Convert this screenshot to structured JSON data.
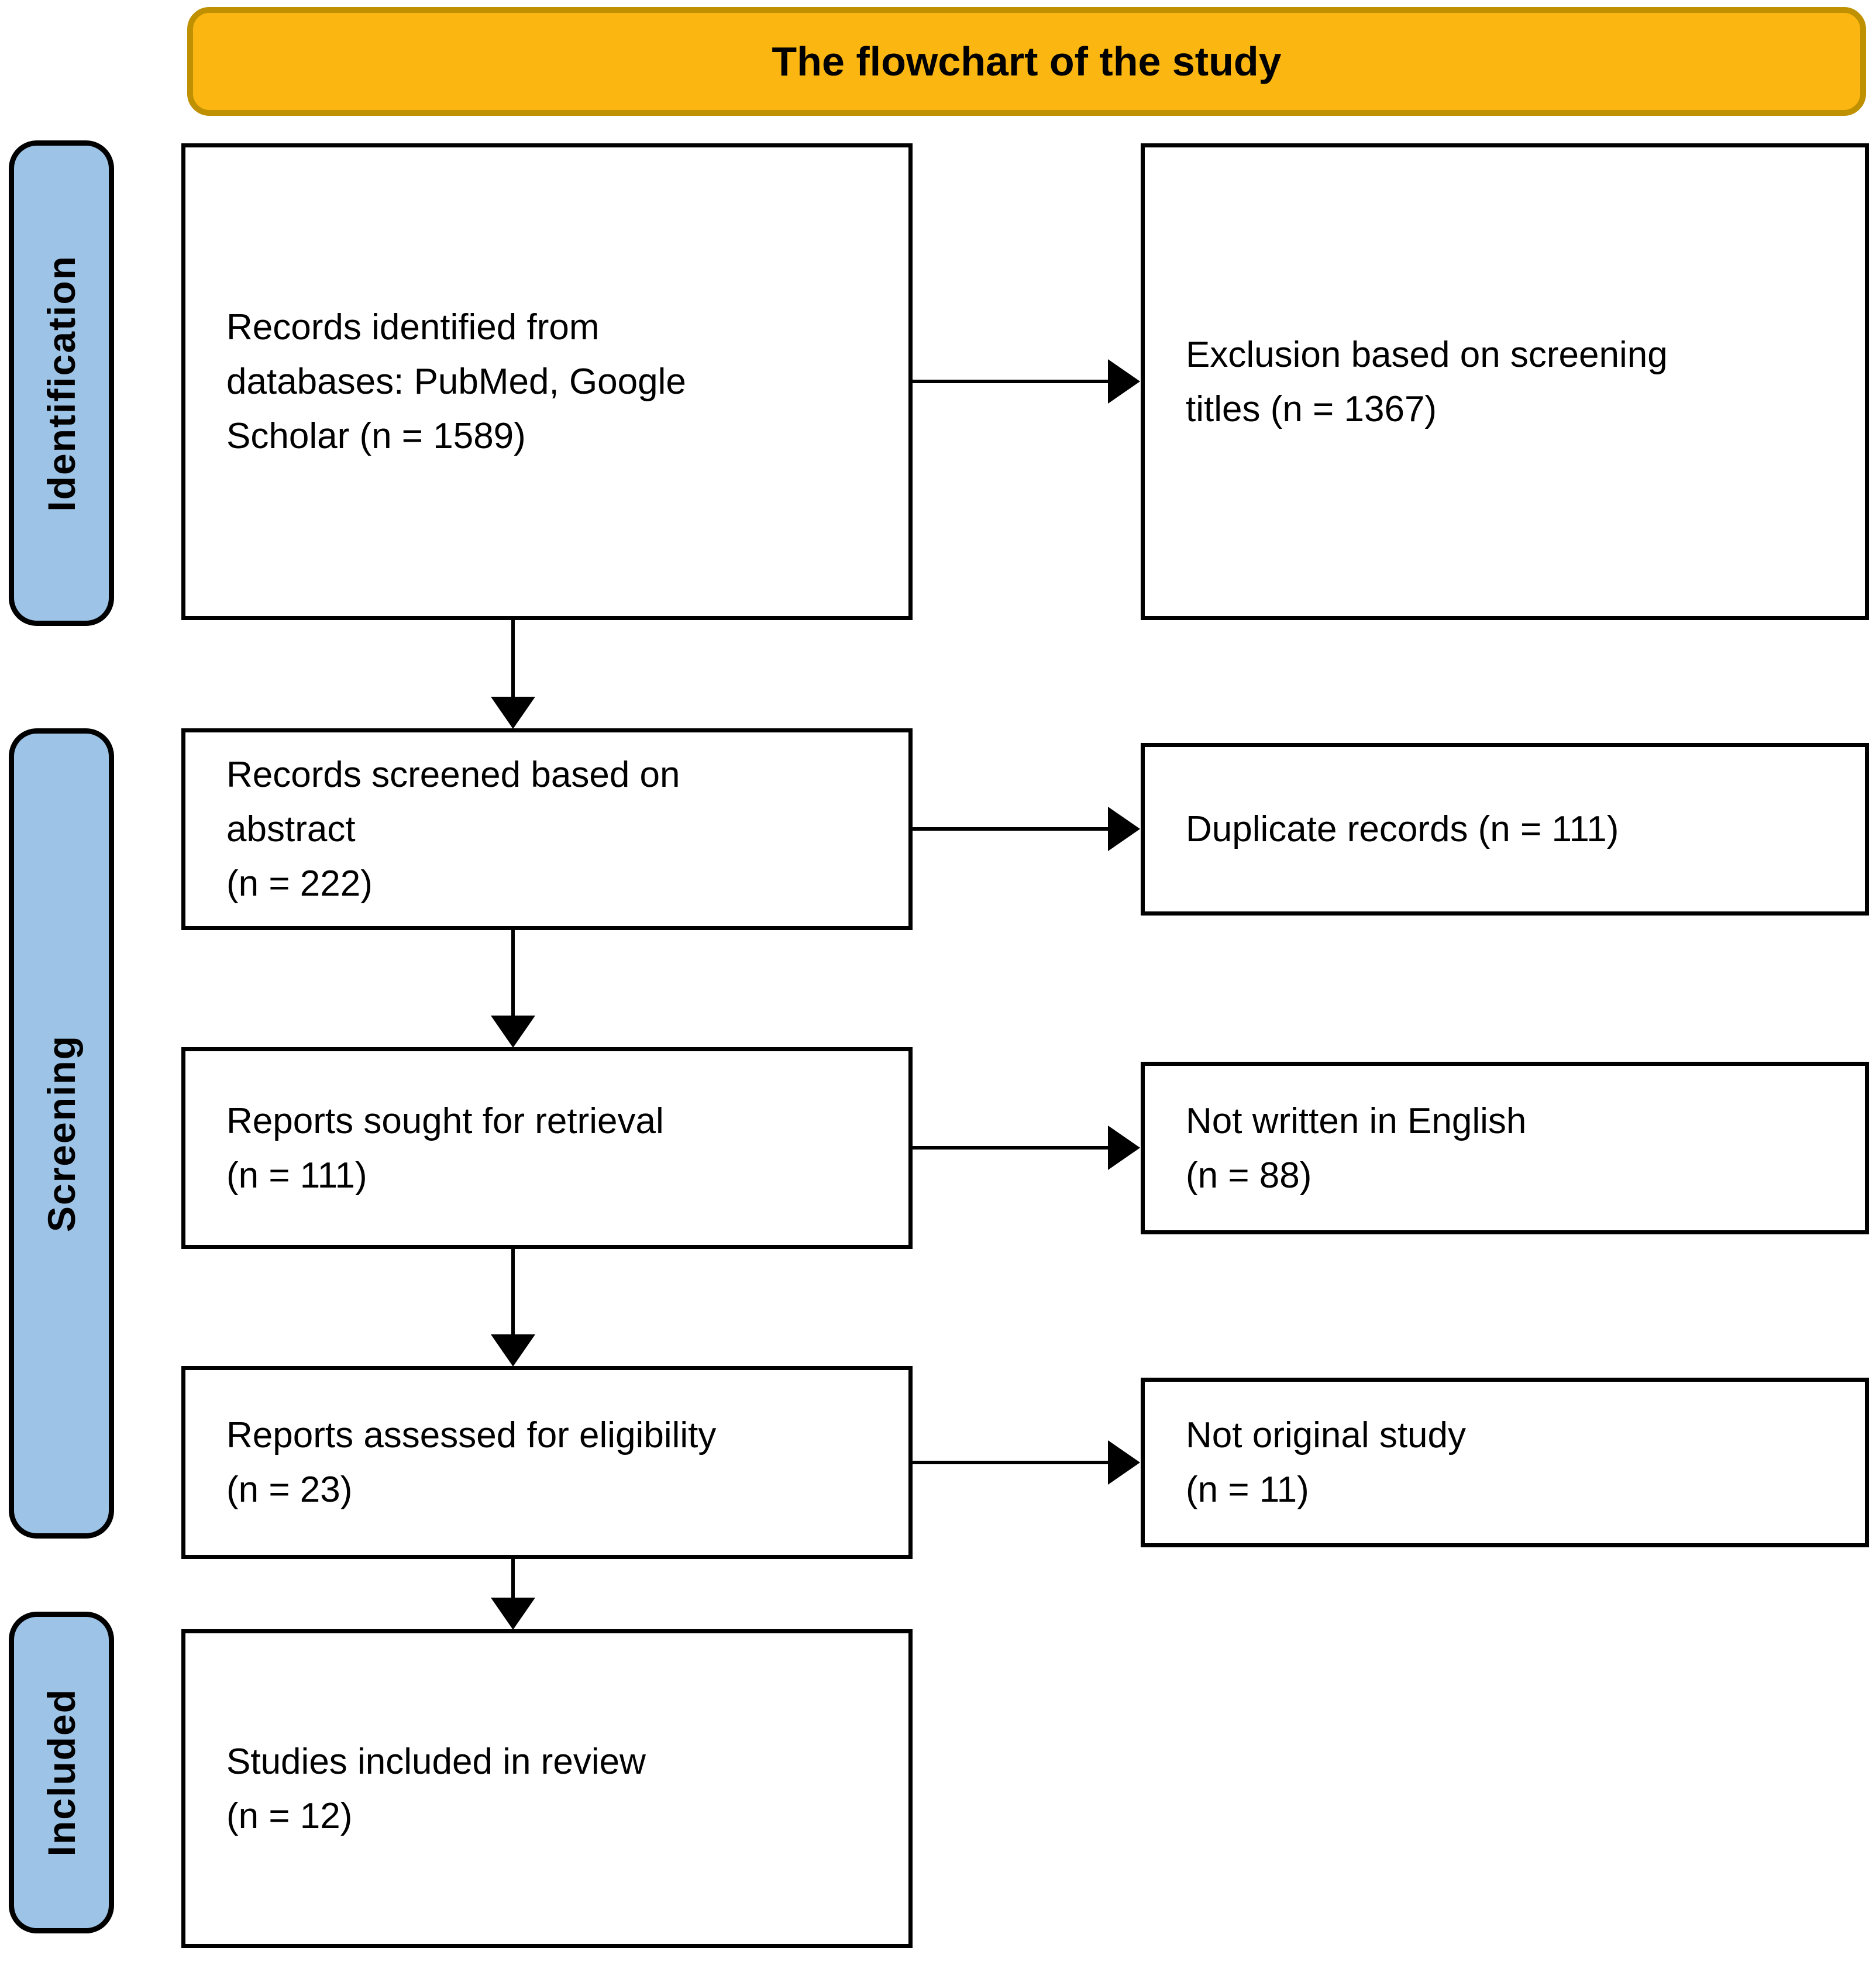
{
  "colors": {
    "banner_fill": "#FBB612",
    "banner_border": "#BF9000",
    "stage_fill": "#9DC3E6",
    "stage_border": "#000000",
    "box_border": "#000000",
    "arrow_color": "#000000"
  },
  "banner": {
    "title": "The flowchart of the study"
  },
  "stages": [
    {
      "label": "Identification"
    },
    {
      "label": "Screening"
    },
    {
      "label": "Included"
    }
  ],
  "main_flow": [
    {
      "text": "Records identified from\ndatabases: PubMed, Google\nScholar (n = 1589)",
      "n": 1589
    },
    {
      "text": "Records screened based on\nabstract\n(n = 222)",
      "n": 222
    },
    {
      "text": "Reports sought for retrieval\n(n = 111)",
      "n": 111
    },
    {
      "text": "Reports assessed for eligibility\n(n = 23)",
      "n": 23
    },
    {
      "text": "Studies included in review\n(n = 12)",
      "n": 12
    }
  ],
  "side_flow": [
    {
      "text": "Exclusion based on screening\ntitles (n = 1367)",
      "n": 1367
    },
    {
      "text": "Duplicate records (n = 111)",
      "n": 111
    },
    {
      "text": "Not written in English\n(n = 88)",
      "n": 88
    },
    {
      "text": "Not original study\n(n = 11)",
      "n": 11
    }
  ]
}
